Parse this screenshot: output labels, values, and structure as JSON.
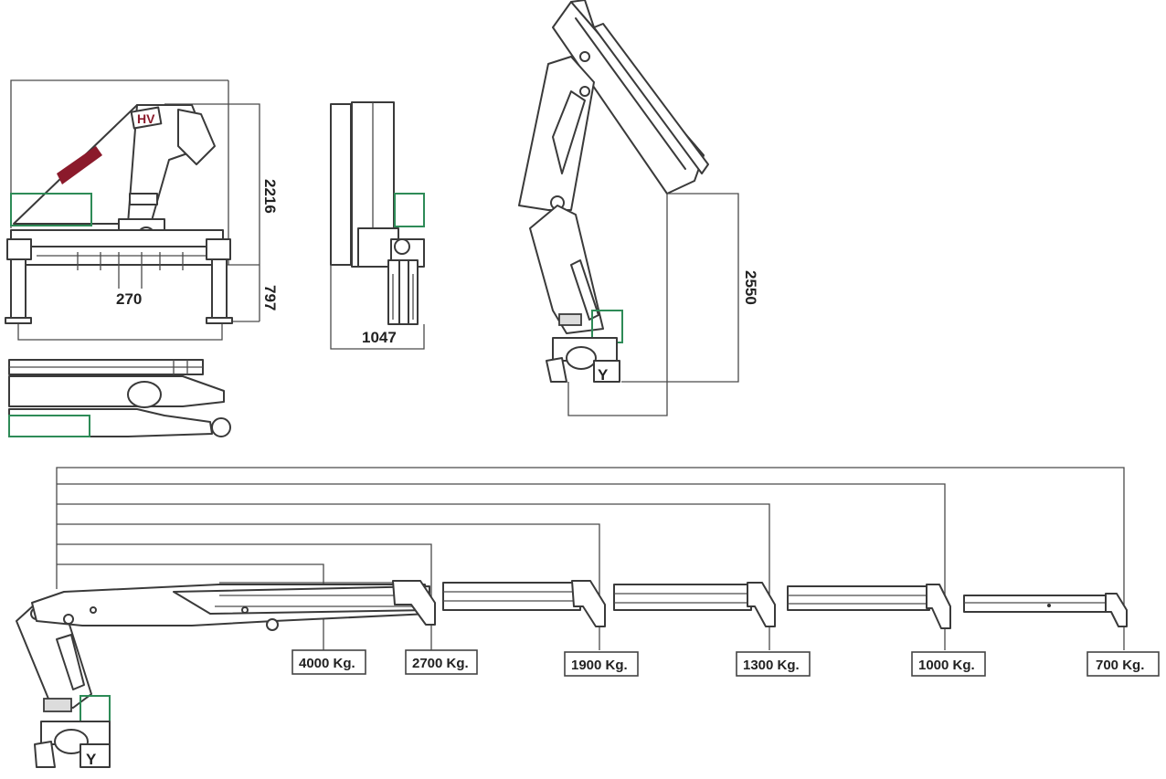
{
  "brand": {
    "logo_text": "HV",
    "accent_color": "#8b1a2b",
    "highlight_color": "#2e8b57"
  },
  "dimensions": {
    "height_total": "2216",
    "height_base": "797",
    "base_center": "270",
    "side_width": "1047",
    "stowed_height": "2550"
  },
  "capacity_labels": [
    "4000 Kg.",
    "2700 Kg.",
    "1900 Kg.",
    "1300 Kg.",
    "1000 Kg.",
    "700 Kg."
  ]
}
